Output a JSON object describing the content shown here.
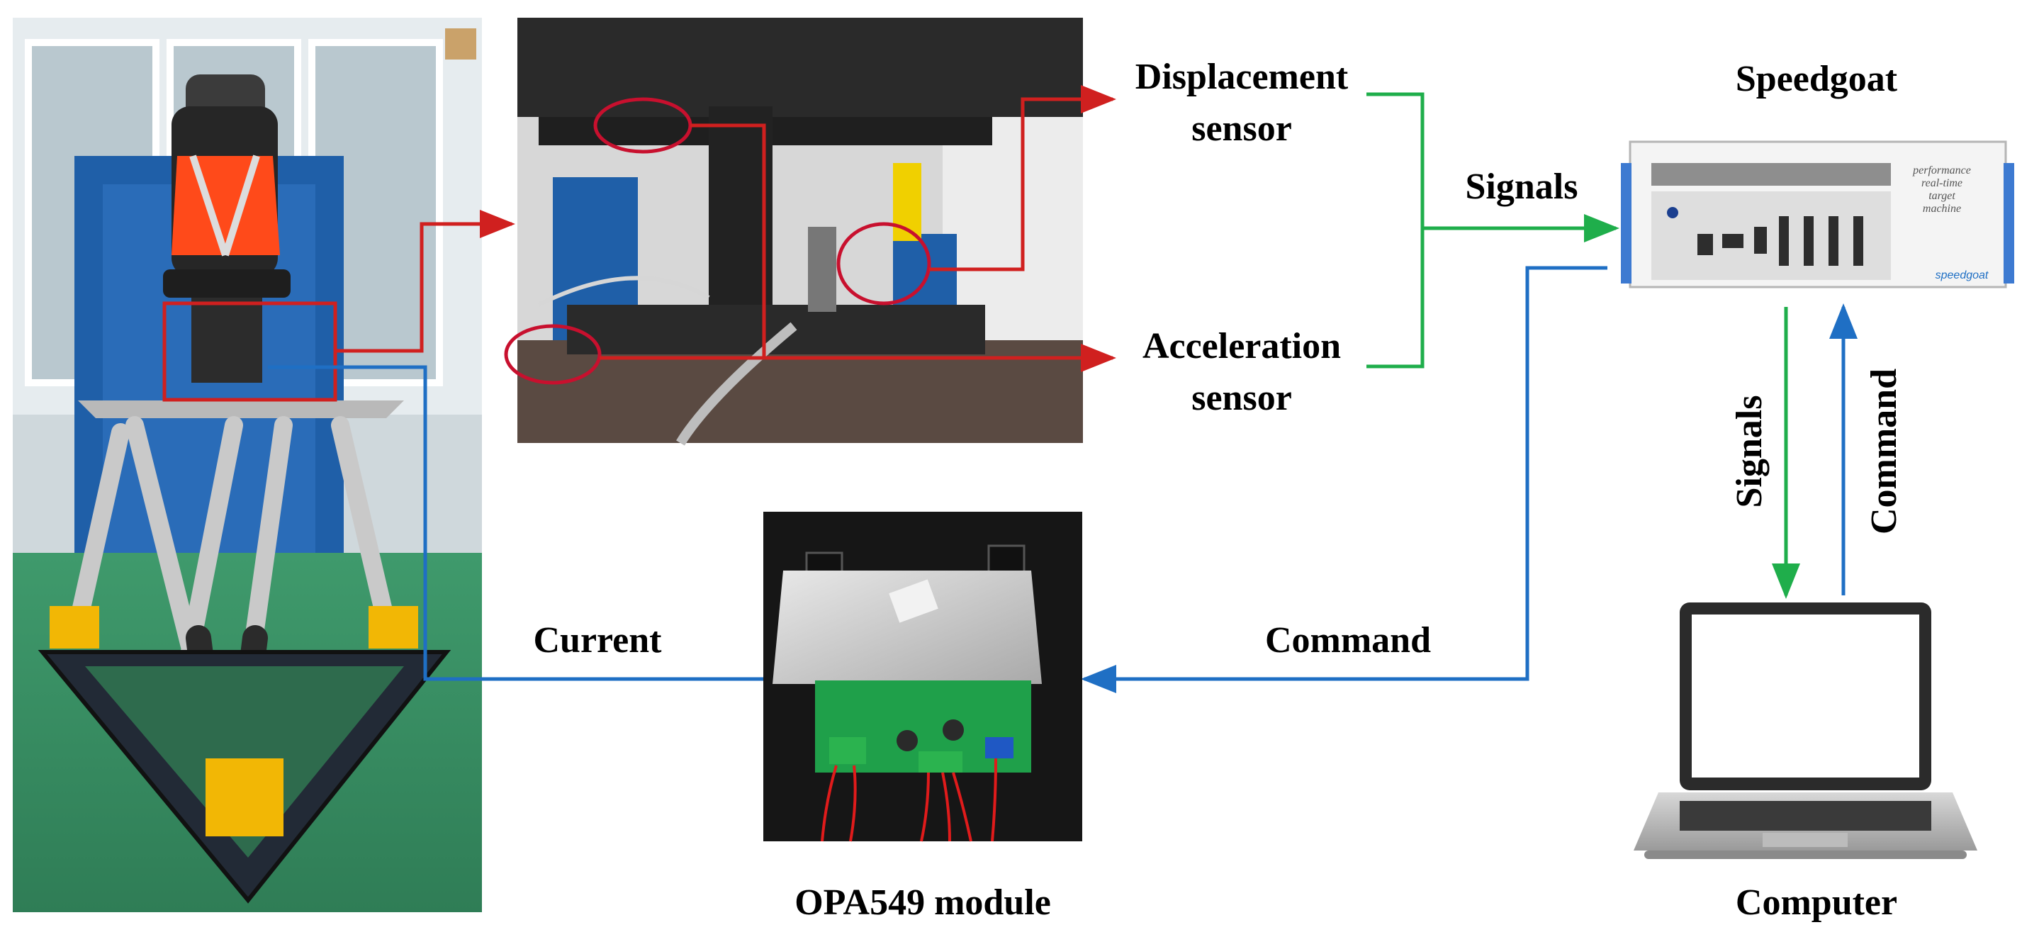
{
  "labels": {
    "displacement_sensor_line1": "Displacement",
    "displacement_sensor_line2": "sensor",
    "acceleration_sensor_line1": "Acceleration",
    "acceleration_sensor_line2": "sensor",
    "signals_top": "Signals",
    "speedgoat": "Speedgoat",
    "speedgoat_panel_lines": [
      "performance",
      "real-time",
      "target",
      "machine"
    ],
    "speedgoat_logo": "speedgoat",
    "signals_vertical": "Signals",
    "command_vertical": "Command",
    "computer": "Computer",
    "command_horizontal": "Command",
    "current": "Current",
    "opa549_module": "OPA549 module"
  },
  "colors": {
    "signal_arrow": "#1fae4b",
    "command_arrow": "#1f6fc4",
    "sensor_arrow": "#d0201f",
    "highlight_circle": "#c8102e",
    "text": "#000000"
  },
  "icons": {
    "platform_photo": "motion-platform-with-seat-photo",
    "seat_closeup": "seat-suspension-closeup-photo",
    "speedgoat_device": "speedgoat-target-machine-photo",
    "laptop": "laptop-computer-photo",
    "opa549_board": "opa549-amplifier-board-photo"
  }
}
